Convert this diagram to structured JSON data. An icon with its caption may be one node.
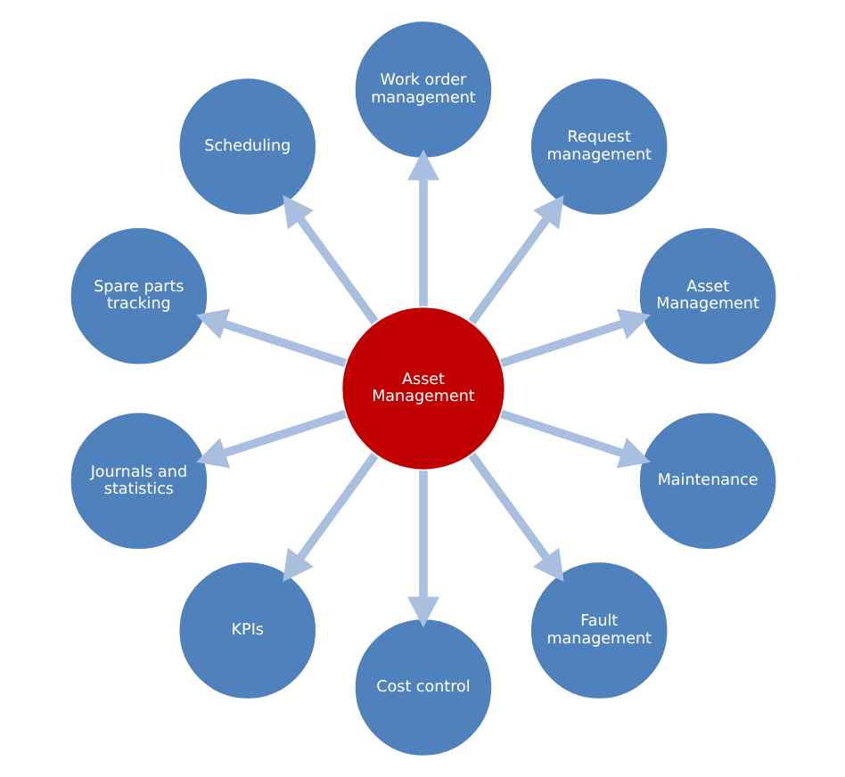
{
  "diagram": {
    "nodes": [
      {
        "text": [
          "Asset Management"
        ]
      },
      {
        "text": [
          "Asset Management"
        ]
      },
      {
        "text": [
          "Request management"
        ]
      },
      {
        "text": [
          "Work order management"
        ]
      },
      {
        "text": [
          "Scheduling"
        ]
      },
      {
        "text": [
          "Spare parts tracking"
        ]
      },
      {
        "text": [
          "Journals and statistics"
        ]
      },
      {
        "text": [
          "KPIs"
        ]
      },
      {
        "text": [
          "Cost control"
        ]
      },
      {
        "text": [
          "Fault management"
        ]
      },
      {
        "text": [
          "Maintenance"
        ]
      }
    ],
    "edges": [
      {
        "from": 0,
        "to": 1,
        "arrow": "to"
      },
      {
        "from": 0,
        "to": 2,
        "arrow": "to"
      },
      {
        "from": 0,
        "to": 3,
        "arrow": "to"
      },
      {
        "from": 0,
        "to": 4,
        "arrow": "to"
      },
      {
        "from": 0,
        "to": 5,
        "arrow": "to"
      },
      {
        "from": 0,
        "to": 6,
        "arrow": "to"
      },
      {
        "from": 0,
        "to": 7,
        "arrow": "to"
      },
      {
        "from": 0,
        "to": 8,
        "arrow": "to"
      },
      {
        "from": 0,
        "to": 9,
        "arrow": "to"
      },
      {
        "from": 0,
        "to": 10,
        "arrow": "to"
      }
    ]
  }
}
